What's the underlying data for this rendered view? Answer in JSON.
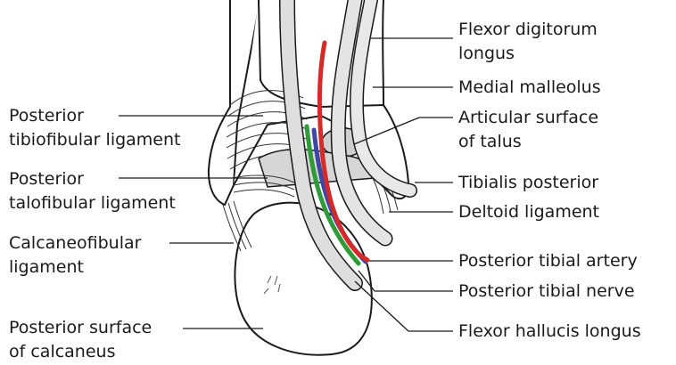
{
  "labels": {
    "posterior_tibiofibular_1": "Posterior",
    "posterior_tibiofibular_2": "tibiofibular ligament",
    "posterior_talofibular_1": "Posterior",
    "posterior_talofibular_2": "talofibular ligament",
    "calcaneofibular_1": "Calcaneofibular",
    "calcaneofibular_2": "ligament",
    "posterior_calcaneus_1": "Posterior surface",
    "posterior_calcaneus_2": "of calcaneus",
    "flexor_digitorum_1": "Flexor digitorum",
    "flexor_digitorum_2": "longus",
    "medial_malleolus": "Medial malleolus",
    "articular_talus_1": "Articular surface",
    "articular_talus_2": "of talus",
    "tibialis_posterior": "Tibialis posterior",
    "deltoid_ligament": "Deltoid ligament",
    "posterior_tibial_artery": "Posterior tibial artery",
    "posterior_tibial_nerve": "Posterior tibial nerve",
    "flexor_hallucis_longus": "Flexor hallucis longus"
  },
  "colors": {
    "artery": "#d42a2a",
    "vein": "#3f47a6",
    "nerve": "#2f9a3a",
    "tendon": "#dcdcdc",
    "bone": "#ffffff",
    "outline": "#1a1a1a"
  }
}
